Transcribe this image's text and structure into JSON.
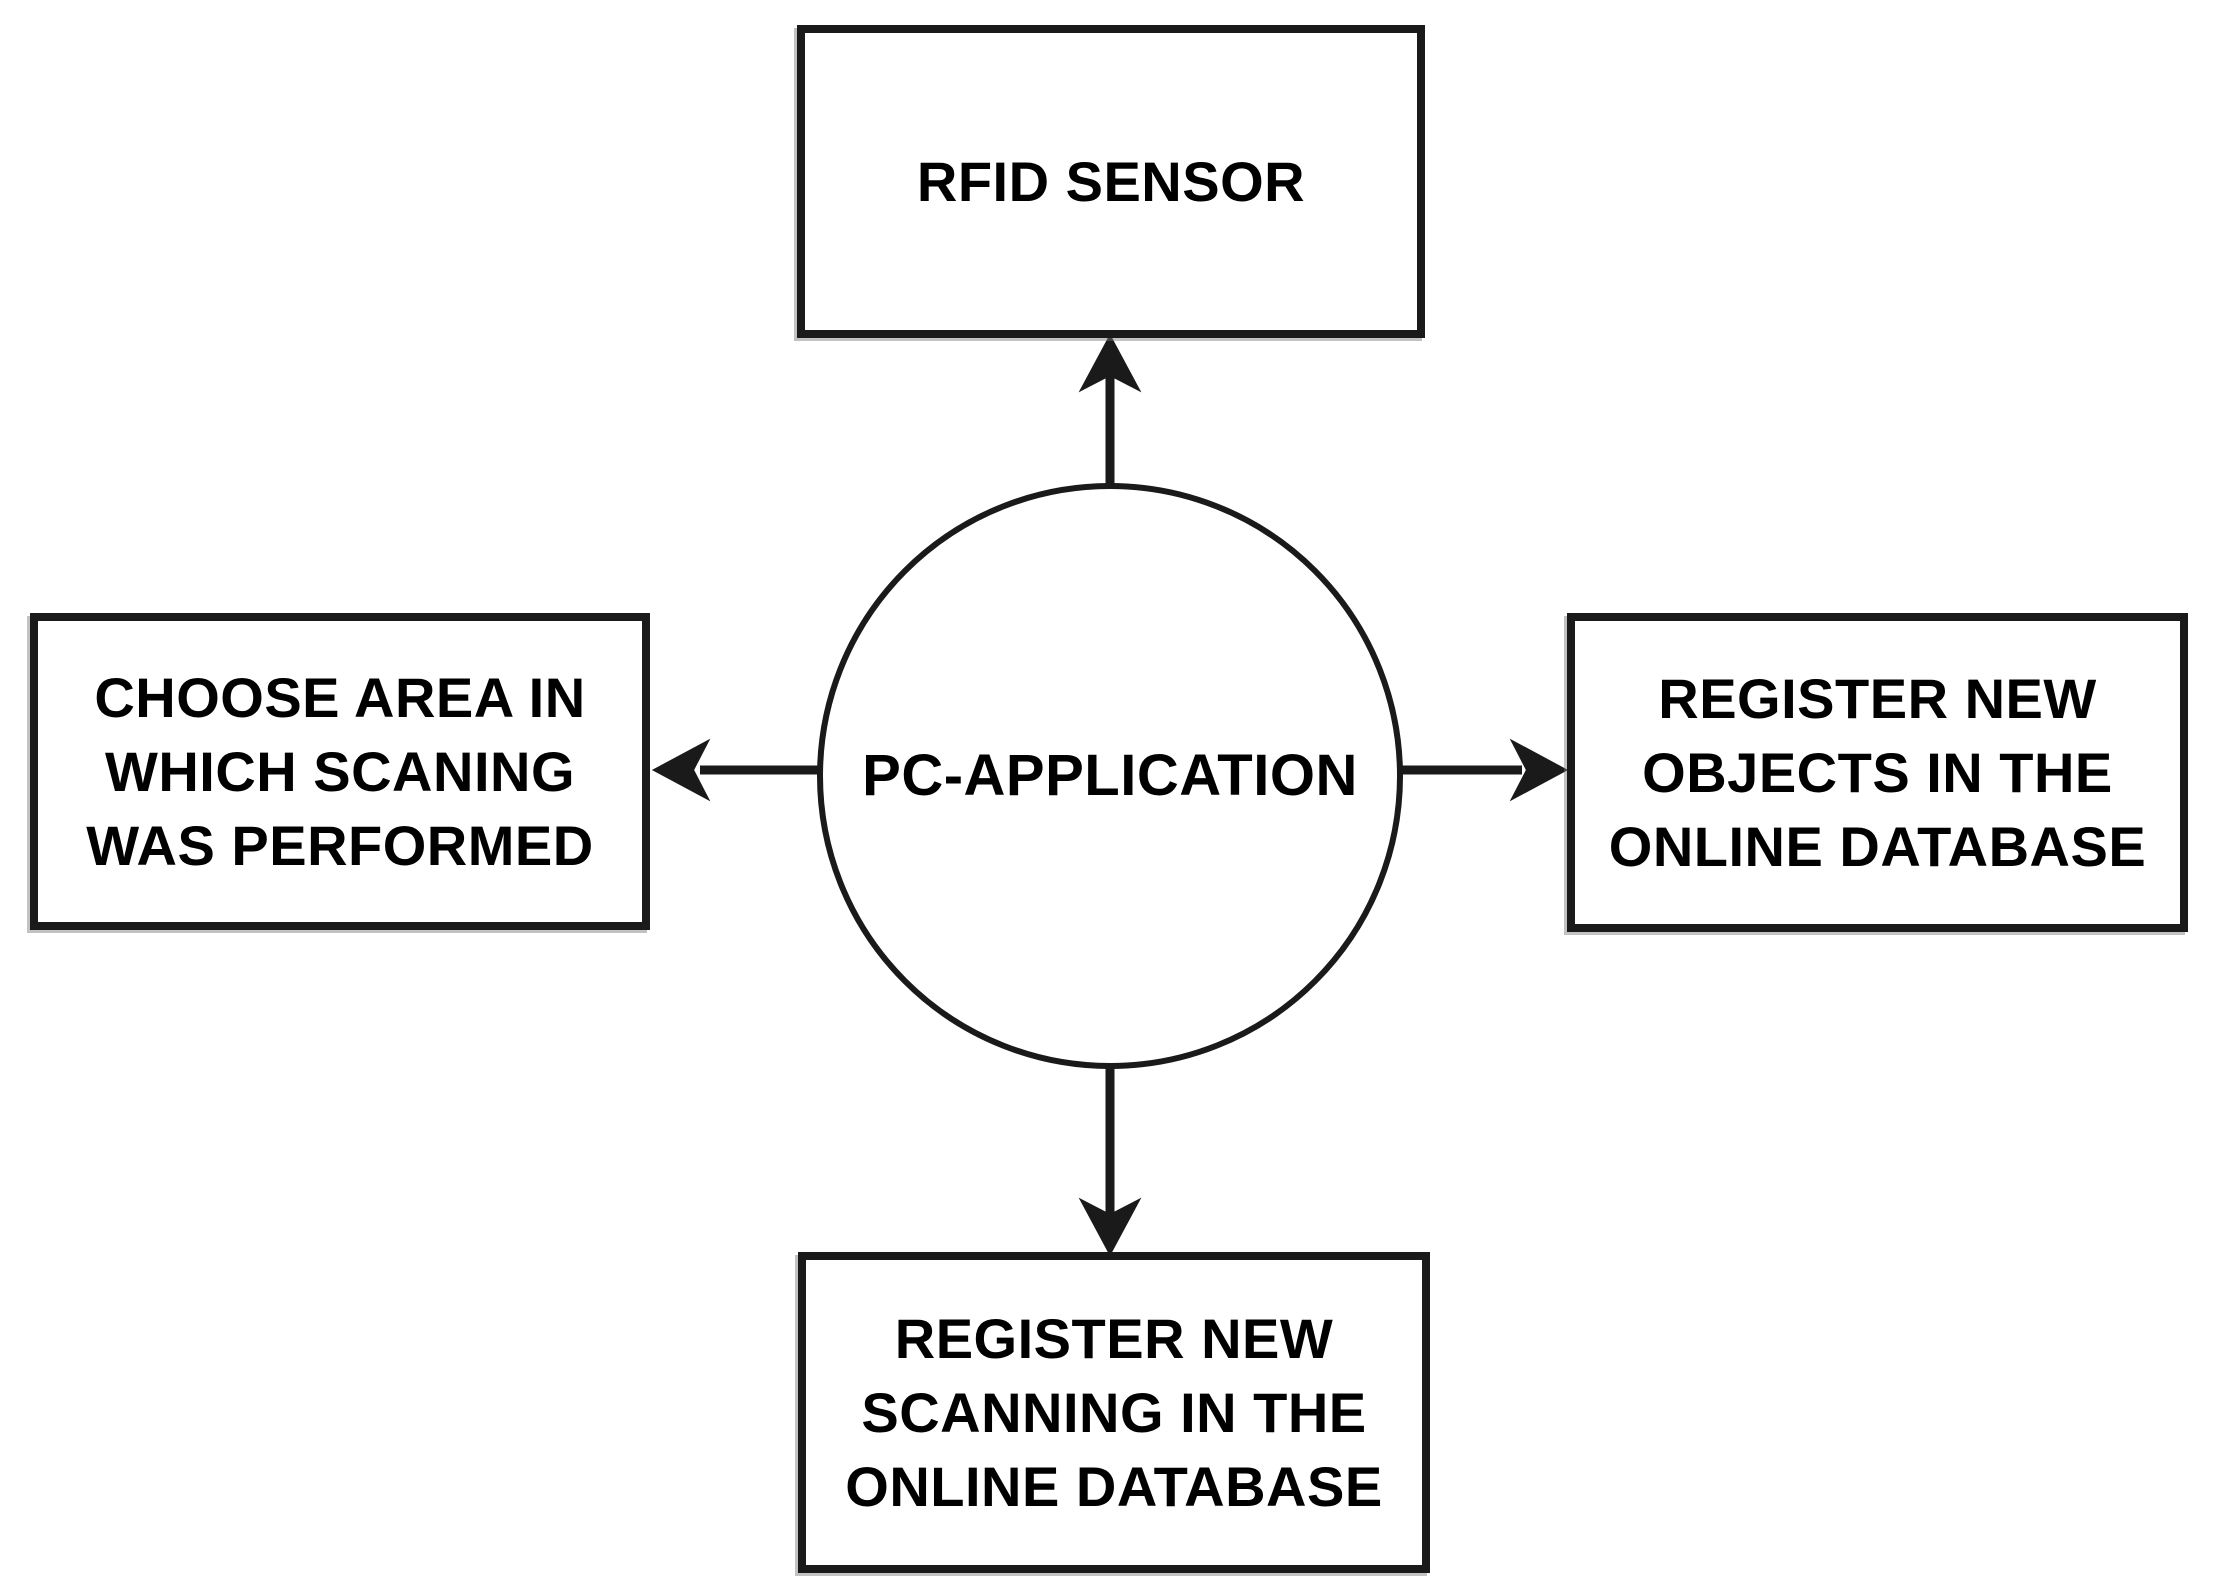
{
  "diagram": {
    "center": {
      "label": "PC-APPLICATION"
    },
    "nodes": {
      "top": {
        "label": "RFID SENSOR"
      },
      "left": {
        "label": "CHOOSE AREA IN\nWHICH SCANING\nWAS PERFORMED"
      },
      "right": {
        "label": "REGISTER NEW\nOBJECTS IN THE\nONLINE DATABASE"
      },
      "bottom": {
        "label": "REGISTER NEW\nSCANNING IN THE\nONLINE DATABASE"
      }
    },
    "colors": {
      "stroke": "#1a1a1a",
      "text": "#000000",
      "background": "#ffffff"
    }
  }
}
